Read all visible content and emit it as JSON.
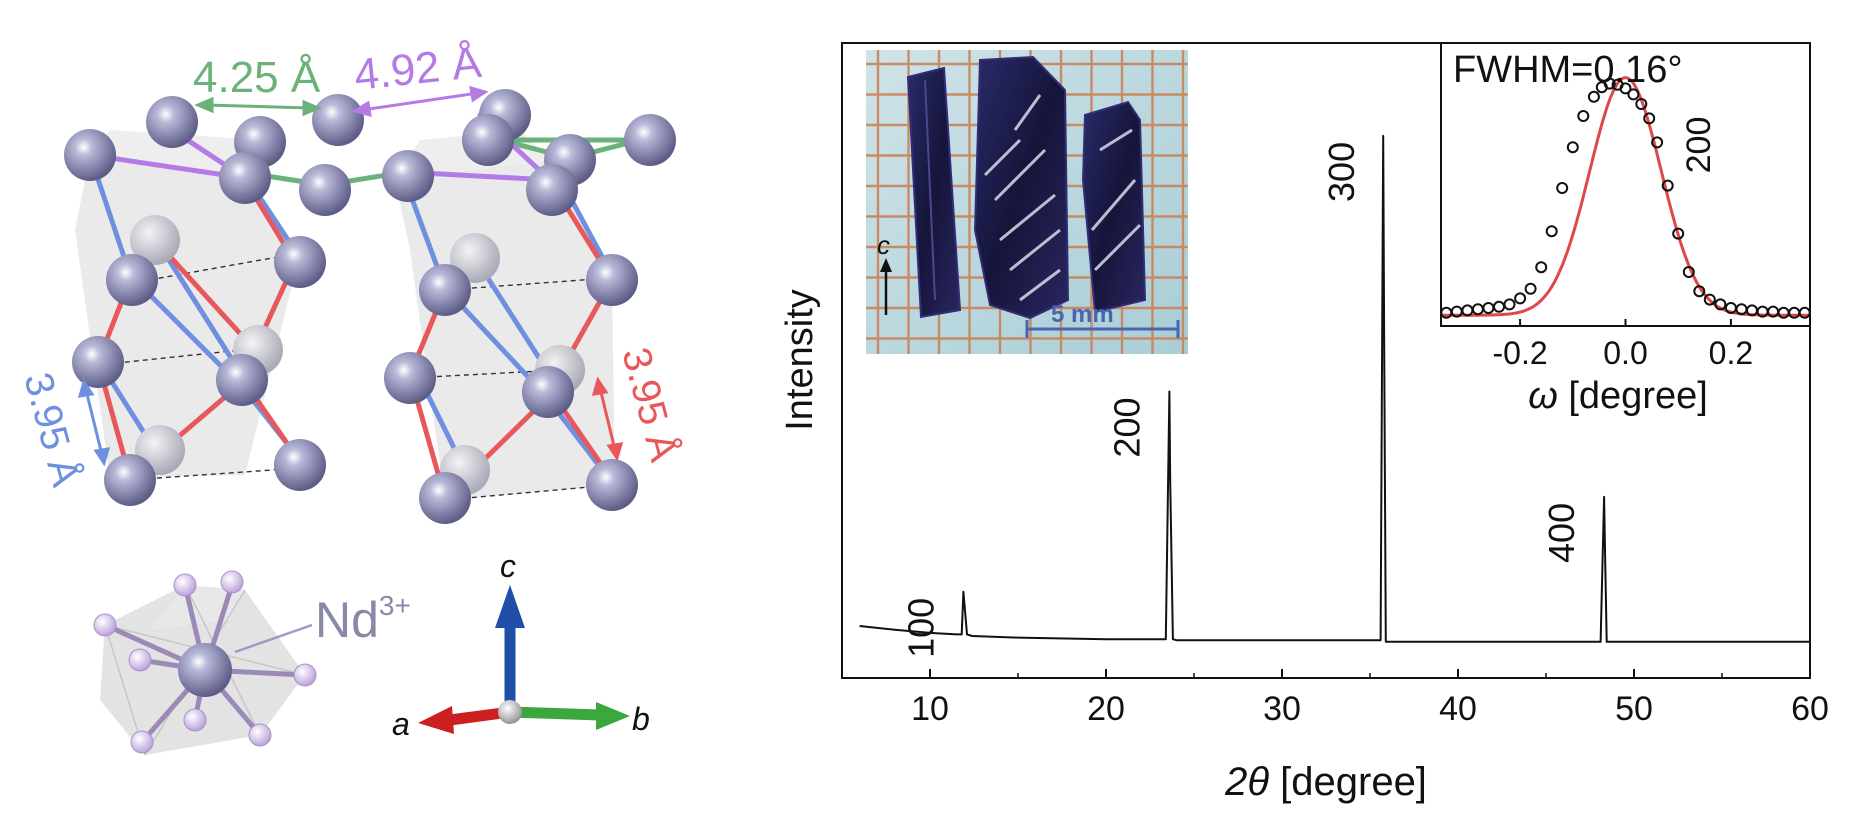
{
  "structure": {
    "distance_green": "4.25 Å",
    "distance_purple": "4.92 Å",
    "distance_blue": "3.95 Å",
    "distance_red": "3.95 Å",
    "ion_label": "Nd",
    "ion_charge": "3+",
    "axis_a": "a",
    "axis_b": "b",
    "axis_c": "c",
    "colors": {
      "atom": "#7c7ca6",
      "green_bond": "#6ab27a",
      "purple_bond": "#b47be6",
      "blue_bond": "#6f8fe0",
      "red_bond": "#e8575a",
      "axis_a": "#cc1f1f",
      "axis_b": "#3aa83a",
      "axis_c": "#1f4fa6"
    }
  },
  "photo": {
    "c_label": "c",
    "scale_label": "5 mm"
  },
  "chart_data": [
    {
      "type": "line",
      "xlabel_symbol": "2θ",
      "xlabel_unit": " [degree]",
      "ylabel": "Intensity",
      "xlim": [
        5,
        60
      ],
      "xticks": [
        10,
        20,
        30,
        40,
        50,
        60
      ],
      "ylim": [
        0,
        1
      ],
      "series": [
        {
          "x": [
            6.0,
            8.0,
            10.0,
            11.5,
            11.8,
            11.9,
            12.0,
            12.1,
            12.4,
            15.0,
            20.0,
            23.4,
            23.6,
            23.65,
            23.8,
            24.0,
            28.0,
            32.0,
            35.6,
            35.75,
            35.8,
            35.9,
            36.0,
            36.2,
            40.0,
            45.0,
            48.1,
            48.3,
            48.35,
            48.45,
            48.6,
            48.8,
            52.0,
            56.0,
            60.0
          ],
          "y": [
            0.055,
            0.048,
            0.042,
            0.039,
            0.039,
            0.12,
            0.08,
            0.039,
            0.036,
            0.033,
            0.03,
            0.03,
            0.5,
            0.33,
            0.03,
            0.028,
            0.028,
            0.028,
            0.028,
            0.985,
            0.62,
            0.025,
            0.025,
            0.025,
            0.025,
            0.025,
            0.025,
            0.3,
            0.2,
            0.025,
            0.025,
            0.025,
            0.025,
            0.025,
            0.025
          ]
        }
      ],
      "annotations": [
        {
          "text": "100",
          "x": 11.9
        },
        {
          "text": "200",
          "x": 23.6
        },
        {
          "text": "300",
          "x": 35.8
        },
        {
          "text": "400",
          "x": 48.3
        }
      ]
    },
    {
      "type": "scatter",
      "title": "FWHM=0.16°",
      "xlabel_symbol": "ω",
      "xlabel_unit": " [degree]",
      "xlim": [
        -0.35,
        0.35
      ],
      "xticks": [
        "-0.2",
        "0.0",
        "0.2"
      ],
      "xtick_values": [
        -0.2,
        0.0,
        0.2
      ],
      "ylim": [
        0,
        1
      ],
      "annotation": "200",
      "colors": {
        "fit": "#e0474a",
        "points": "#111111"
      },
      "fit": {
        "center": 0.0,
        "fwhm": 0.16
      },
      "points_x": [
        -0.34,
        -0.32,
        -0.3,
        -0.28,
        -0.26,
        -0.24,
        -0.22,
        -0.2,
        -0.18,
        -0.16,
        -0.14,
        -0.12,
        -0.1,
        -0.08,
        -0.06,
        -0.045,
        -0.03,
        -0.015,
        0.0,
        0.015,
        0.03,
        0.045,
        0.06,
        0.08,
        0.1,
        0.12,
        0.14,
        0.16,
        0.18,
        0.2,
        0.22,
        0.24,
        0.26,
        0.28,
        0.3,
        0.32,
        0.34
      ],
      "points_y": [
        0.03,
        0.035,
        0.04,
        0.045,
        0.05,
        0.055,
        0.065,
        0.09,
        0.13,
        0.22,
        0.37,
        0.55,
        0.72,
        0.85,
        0.93,
        0.97,
        0.985,
        0.98,
        0.965,
        0.94,
        0.9,
        0.84,
        0.74,
        0.56,
        0.36,
        0.2,
        0.12,
        0.085,
        0.065,
        0.05,
        0.045,
        0.04,
        0.035,
        0.035,
        0.03,
        0.03,
        0.03
      ]
    }
  ]
}
